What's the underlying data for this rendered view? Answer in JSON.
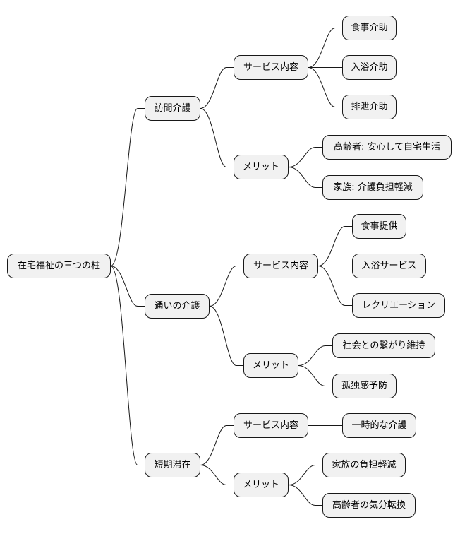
{
  "root": {
    "label": "在宅福祉の三つの柱",
    "children": [
      {
        "label": "訪問介護",
        "children": [
          {
            "label": "サービス内容",
            "children": [
              {
                "label": "食事介助"
              },
              {
                "label": "入浴介助"
              },
              {
                "label": "排泄介助"
              }
            ]
          },
          {
            "label": "メリット",
            "children": [
              {
                "label": "高齢者: 安心して自宅生活"
              },
              {
                "label": "家族: 介護負担軽減"
              }
            ]
          }
        ]
      },
      {
        "label": "通いの介護",
        "children": [
          {
            "label": "サービス内容",
            "children": [
              {
                "label": "食事提供"
              },
              {
                "label": "入浴サービス"
              },
              {
                "label": "レクリエーション"
              }
            ]
          },
          {
            "label": "メリット",
            "children": [
              {
                "label": "社会との繋がり維持"
              },
              {
                "label": "孤独感予防"
              }
            ]
          }
        ]
      },
      {
        "label": "短期滞在",
        "children": [
          {
            "label": "サービス内容",
            "children": [
              {
                "label": "一時的な介護"
              }
            ]
          },
          {
            "label": "メリット",
            "children": [
              {
                "label": "家族の負担軽減"
              },
              {
                "label": "高齢者の気分転換"
              }
            ]
          }
        ]
      }
    ]
  }
}
